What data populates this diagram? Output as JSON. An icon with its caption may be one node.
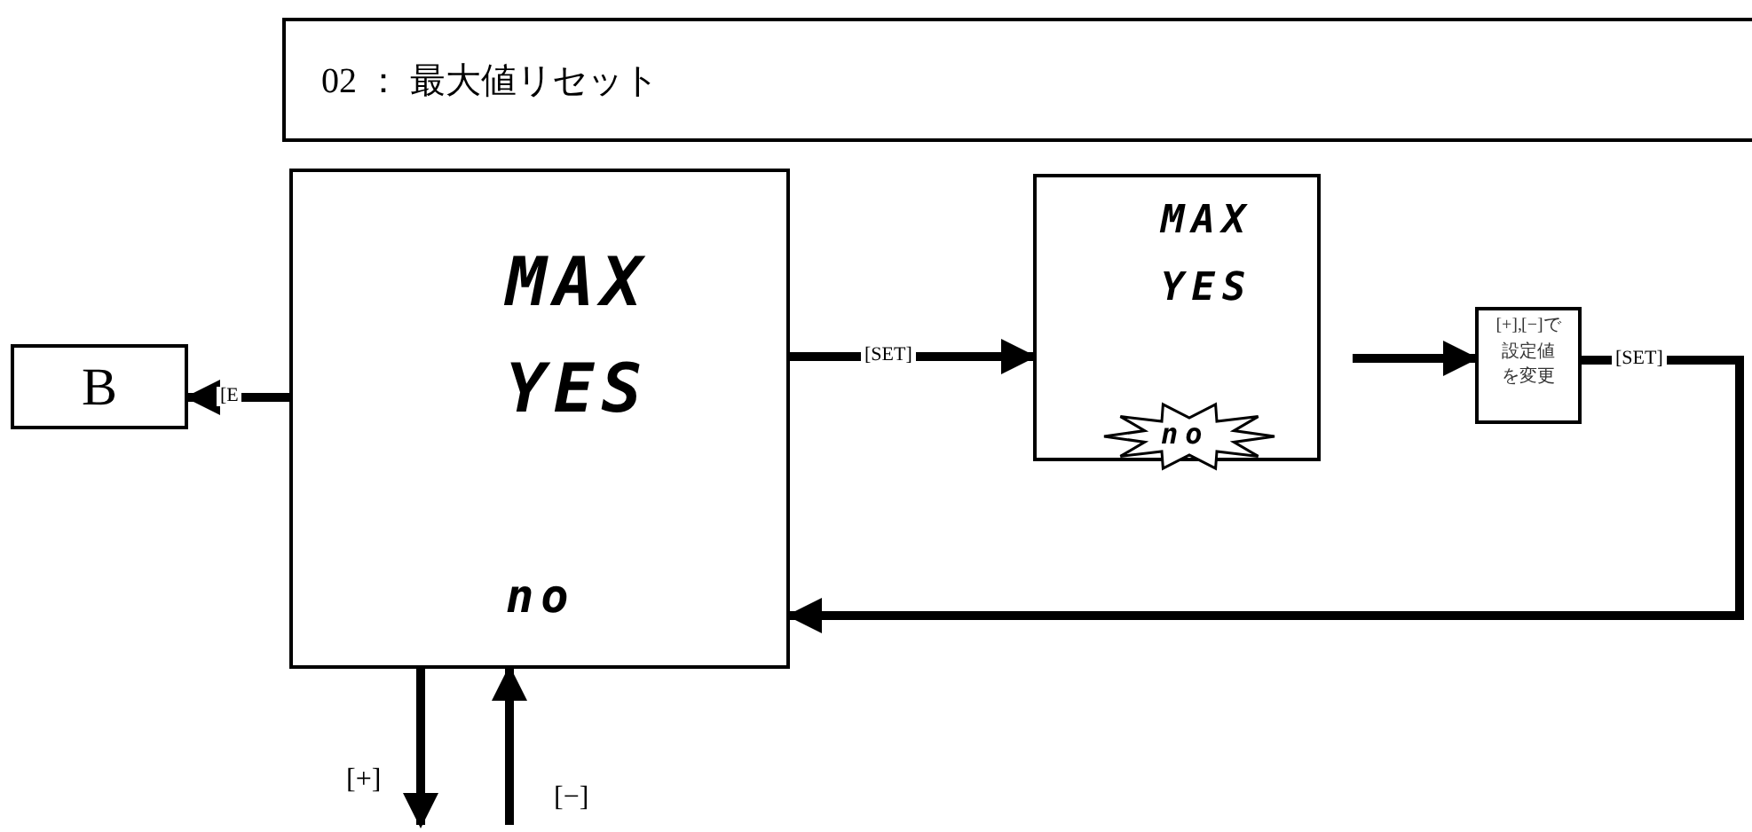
{
  "diagram": {
    "nodes": [
      {
        "text": [
          "02 ： 最大値リセット"
        ]
      },
      {
        "text": [
          "B"
        ]
      },
      {
        "text": [
          "MAX",
          "YES",
          "no"
        ]
      },
      {
        "text": [
          "MAX",
          "YES",
          "no"
        ]
      },
      {
        "text": [
          "[+], [−]で設定値を変更"
        ]
      }
    ],
    "edges": [
      {
        "from": 2,
        "to": 1,
        "arrow": "to",
        "label": "[E"
      },
      {
        "from": 2,
        "to": 3,
        "arrow": "to",
        "label": "[SET]"
      },
      {
        "from": 3,
        "to": 4,
        "arrow": "to"
      },
      {
        "from": 4,
        "to": 2,
        "arrow": "to",
        "label": "[SET]"
      },
      {
        "from": 2,
        "to": null,
        "arrow": "to",
        "label": "[+]"
      },
      {
        "from": null,
        "to": 2,
        "arrow": "to",
        "label": "[−]"
      }
    ]
  }
}
